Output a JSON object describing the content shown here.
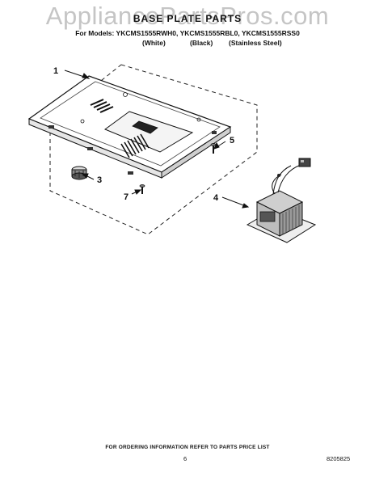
{
  "header": {
    "watermark": "AppliancePartsPros.com",
    "title": "BASE PLATE PARTS",
    "models_line": "For Models: YKCMS1555RWH0, YKCMS1555RBL0, YKCMS1555RSS0",
    "variants": [
      "(White)",
      "(Black)",
      "(Stainless Steel)"
    ]
  },
  "callouts": [
    "1",
    "3",
    "4",
    "5",
    "7"
  ],
  "footer": {
    "ordering_note": "FOR ORDERING INFORMATION REFER TO PARTS PRICE LIST",
    "page_number": "6",
    "doc_number": "8205825"
  }
}
